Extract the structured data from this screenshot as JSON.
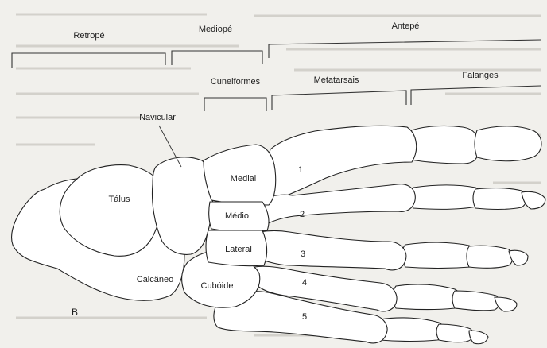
{
  "colors": {
    "background": "#f1f0ec",
    "bone_fill": "#ffffff",
    "line": "#222222"
  },
  "regions": {
    "retrope": "Retropé",
    "mediope": "Mediopé",
    "antepe": "Antepé"
  },
  "groups": {
    "cuneiformes": "Cuneiformes",
    "metatarsais": "Metatarsais",
    "falanges": "Falanges"
  },
  "bones": {
    "navicular": "Navicular",
    "talus": "Tálus",
    "calcaneo": "Calcâneo",
    "medial": "Medial",
    "medio": "Médio",
    "lateral": "Lateral",
    "cuboide": "Cubóide"
  },
  "metatarsal_numbers": [
    "1",
    "2",
    "3",
    "4",
    "5"
  ],
  "panel_letter": "B"
}
